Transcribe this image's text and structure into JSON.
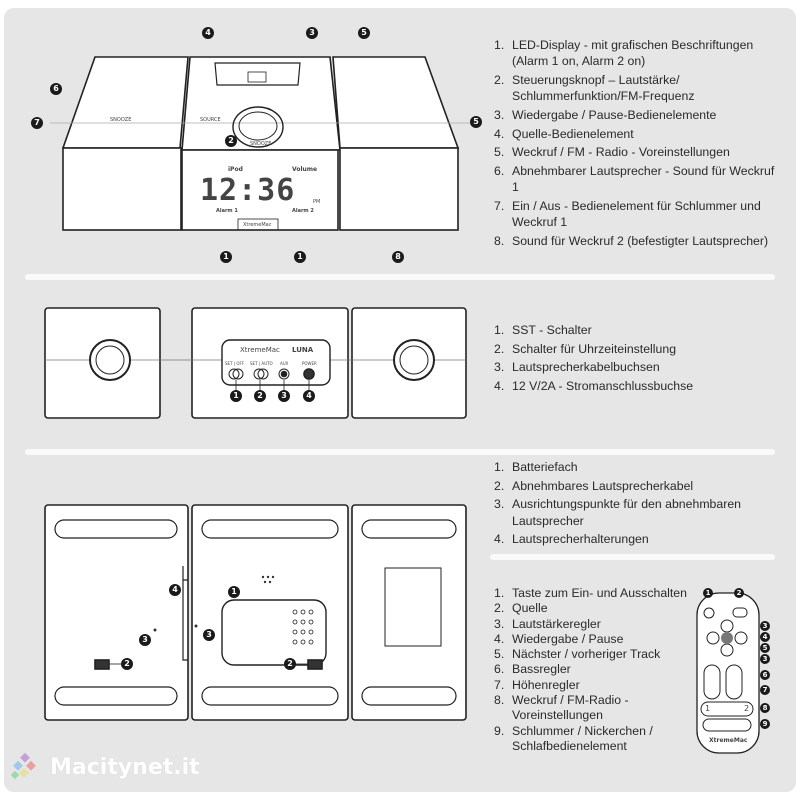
{
  "section1": {
    "list": [
      {
        "n": "1.",
        "text": "LED-Display - mit grafischen Beschriftungen (Alarm 1 on, Alarm 2 on)"
      },
      {
        "n": "2.",
        "text": "Steuerungsknopf – Lautstärke/ Schlummerfunktion/FM-Frequenz"
      },
      {
        "n": "3.",
        "text": "Wiedergabe / Pause-Bedienelemente"
      },
      {
        "n": "4.",
        "text": "Quelle-Bedienelement"
      },
      {
        "n": "5.",
        "text": "Weckruf / FM - Radio - Voreinstellungen"
      },
      {
        "n": "6.",
        "text": "Abnehmbarer Lautsprecher - Sound für Weckruf 1"
      },
      {
        "n": "7.",
        "text": "Ein / Aus - Bedienelement für Schlummer und Weckruf 1"
      },
      {
        "n": "8.",
        "text": "Sound für Weckruf 2 (befestigter Lautsprecher)"
      }
    ],
    "device": {
      "time": "12:36",
      "ipod": "iPod",
      "volume": "Volume",
      "alarm1": "Alarm 1",
      "alarm2": "Alarm 2",
      "pm": "PM",
      "brand": "XtremeMac",
      "snooze": "SNOOZE",
      "source": "SOURCE"
    },
    "callouts": [
      "4",
      "3",
      "5",
      "6",
      "7",
      "5",
      "2",
      "1",
      "1",
      "8"
    ]
  },
  "section2": {
    "list": [
      {
        "n": "1.",
        "text": "SST - Schalter"
      },
      {
        "n": "2.",
        "text": "Schalter für Uhrzeiteinstellung"
      },
      {
        "n": "3.",
        "text": "Lautsprecherkabelbuchsen"
      },
      {
        "n": "4.",
        "text": "12 V/2A - Stromanschlussbuchse"
      }
    ],
    "panel": {
      "brand": "XtremeMac",
      "model": "LUNA",
      "sw1": "SET | OFF",
      "sw2": "SET | AUTO",
      "aux": "AUX",
      "power": "POWER"
    },
    "callouts": [
      "1",
      "2",
      "3",
      "4"
    ]
  },
  "section3": {
    "list": [
      {
        "n": "1.",
        "text": "Batteriefach"
      },
      {
        "n": "2.",
        "text": "Abnehmbares Lautsprecherkabel"
      },
      {
        "n": "3.",
        "text": "Ausrichtungspunkte für den abnehmbaren Lautsprecher"
      },
      {
        "n": "4.",
        "text": "Lautsprecherhalterungen"
      }
    ],
    "callouts": [
      "4",
      "3",
      "3",
      "1",
      "2",
      "2"
    ]
  },
  "remote": {
    "list": [
      {
        "n": "1.",
        "text": "Taste zum Ein- und Ausschalten"
      },
      {
        "n": "2.",
        "text": "Quelle"
      },
      {
        "n": "3.",
        "text": "Lautstärkeregler"
      },
      {
        "n": "4.",
        "text": "Wiedergabe / Pause"
      },
      {
        "n": "5.",
        "text": "Nächster / vorheriger Track"
      },
      {
        "n": "6.",
        "text": "Bassregler"
      },
      {
        "n": "7.",
        "text": "Höhenregler"
      },
      {
        "n": "8.",
        "text": "Weckruf / FM-Radio - Voreinstellungen"
      },
      {
        "n": "9.",
        "text": "Schlummer / Nickerchen / Schlafbedienelement"
      }
    ],
    "brand": "XtremeMac",
    "preset1": "1",
    "preset2": "2",
    "callouts": [
      "1",
      "2",
      "3",
      "4",
      "5",
      "3",
      "6",
      "7",
      "8",
      "9"
    ]
  },
  "watermark": "Macitynet.it"
}
